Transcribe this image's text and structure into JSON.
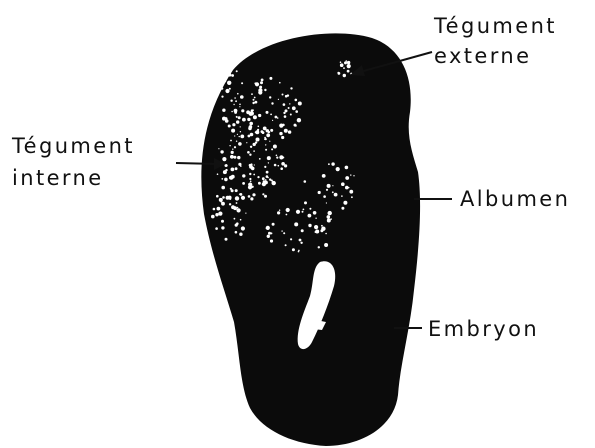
{
  "labels": {
    "tegument_externe": [
      "Tégument",
      "externe"
    ],
    "tegument_interne": [
      "Tégument",
      "interne"
    ],
    "albumen": "Albumen",
    "embryon": "Embryon"
  },
  "colors": {
    "seed": "#0b0b0b",
    "speckle": "#ffffff",
    "ink": "#111111"
  }
}
